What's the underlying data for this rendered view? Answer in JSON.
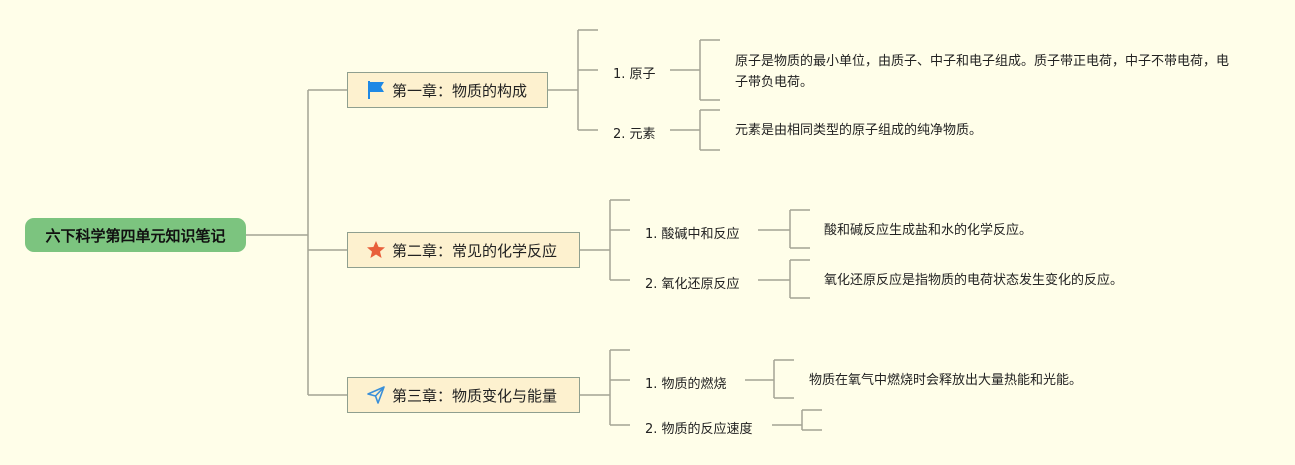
{
  "root": {
    "label": "六下科学第四单元知识笔记"
  },
  "chapters": [
    {
      "label": "第一章：物质的构成",
      "icon": "flag-icon",
      "topics": [
        {
          "label": "1. 原子",
          "desc": "原子是物质的最小单位，由质子、中子和电子组成。质子带正电荷，中子不带电荷，电子带负电荷。"
        },
        {
          "label": "2. 元素",
          "desc": "元素是由相同类型的原子组成的纯净物质。"
        }
      ]
    },
    {
      "label": "第二章：常见的化学反应",
      "icon": "star-icon",
      "topics": [
        {
          "label": "1. 酸碱中和反应",
          "desc": "酸和碱反应生成盐和水的化学反应。"
        },
        {
          "label": "2. 氧化还原反应",
          "desc": "氧化还原反应是指物质的电荷状态发生变化的反应。"
        }
      ]
    },
    {
      "label": "第三章：物质变化与能量",
      "icon": "paper-plane-icon",
      "topics": [
        {
          "label": "1. 物质的燃烧",
          "desc": "物质在氧气中燃烧时会释放出大量热能和光能。"
        },
        {
          "label": "2. 物质的反应速度",
          "desc": ""
        }
      ]
    }
  ],
  "colors": {
    "background": "#fffee9",
    "root": "#7cc47f",
    "chapter": "#fdf1cf",
    "line": "#9a9a8a",
    "flag": "#1e88e5",
    "star": "#e8603c",
    "plane": "#3a8fd8"
  }
}
